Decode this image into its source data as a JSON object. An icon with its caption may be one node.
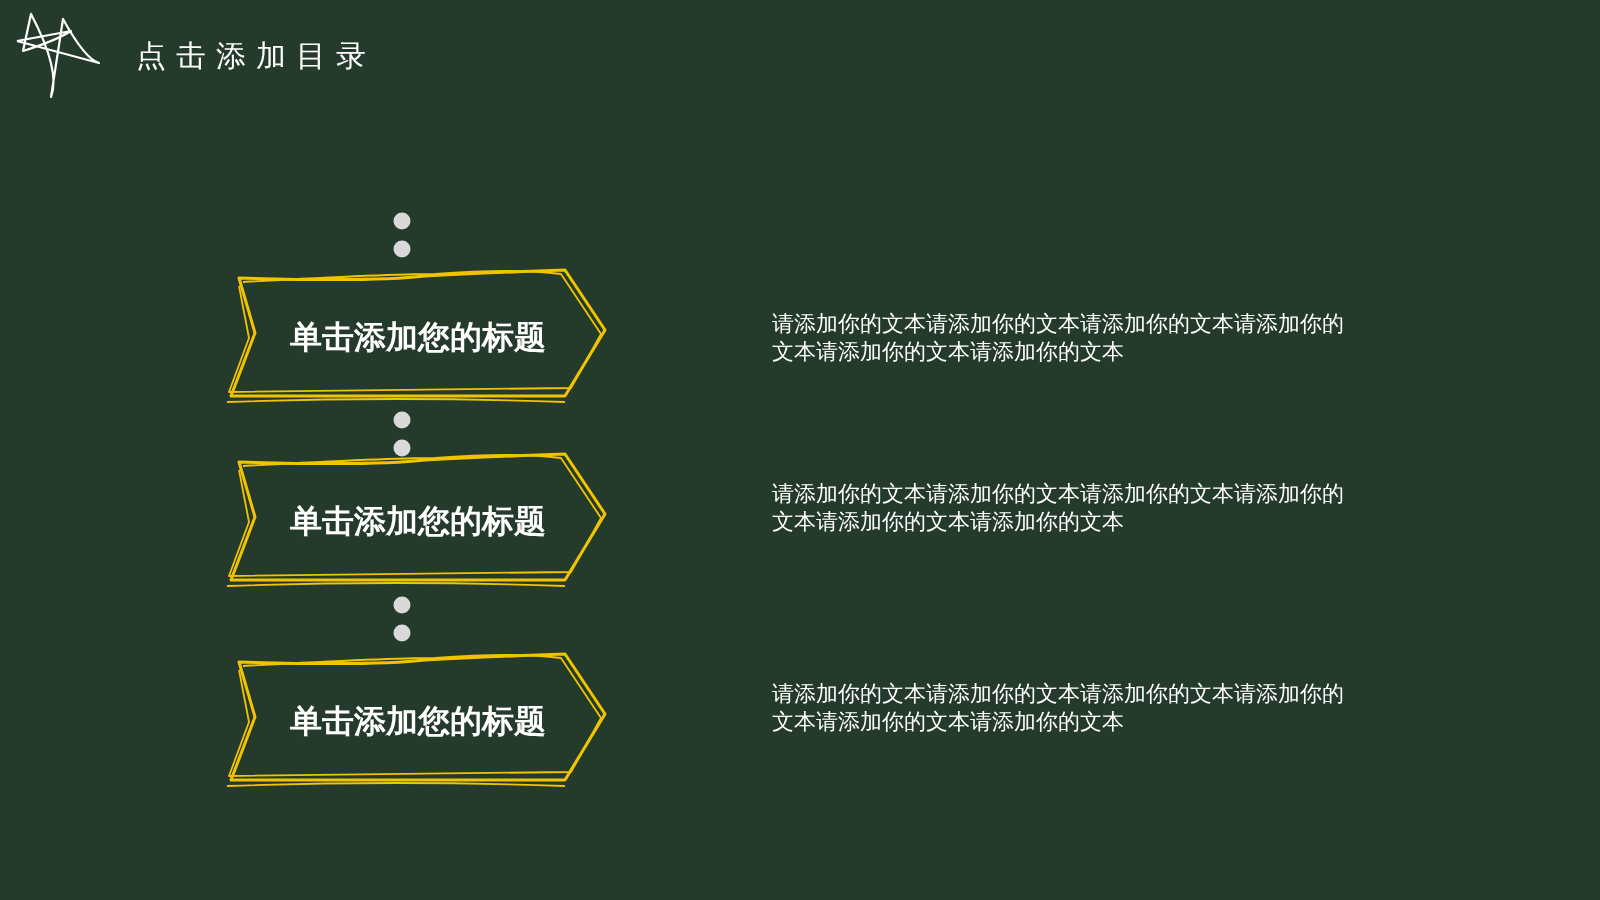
{
  "diagram": {
    "title": "点击添加目录",
    "nodes": [
      {
        "text": [
          "单击添加您的标题"
        ]
      },
      {
        "text": [
          "单击添加您的标题"
        ]
      },
      {
        "text": [
          "单击添加您的标题"
        ]
      }
    ],
    "labels": [
      "请添加你的文本请添加你的文本请添加你的文本请添加你的文本请添加你的文本请添加你的文本",
      "请添加你的文本请添加你的文本请添加你的文本请添加你的文本请添加你的文本请添加你的文本",
      "请添加你的文本请添加你的文本请添加你的文本请添加你的文本请添加你的文本请添加你的文本"
    ]
  }
}
